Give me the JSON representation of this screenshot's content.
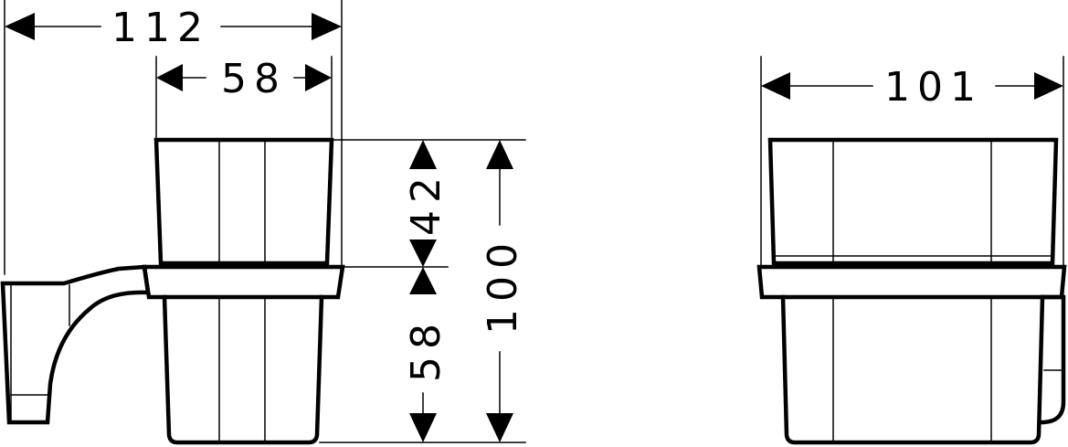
{
  "drawing": {
    "side_view": {
      "overall_width": "112",
      "cup_width": "58",
      "cup_top_height": "42",
      "holder_height": "58",
      "overall_height": "100"
    },
    "front_view": {
      "overall_width": "101"
    }
  }
}
